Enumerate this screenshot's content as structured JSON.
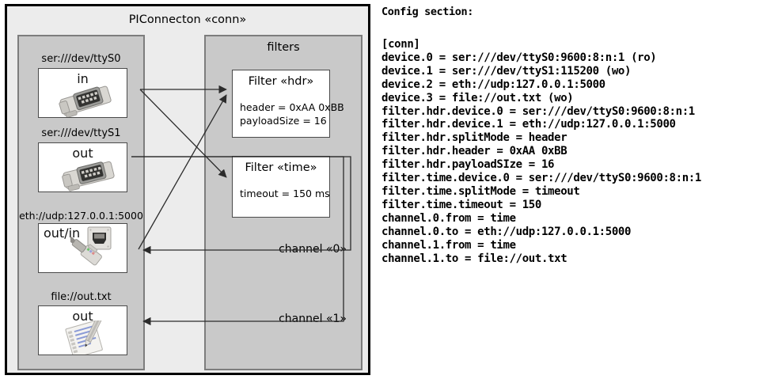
{
  "diagram": {
    "title": "PIConnecton «conn»",
    "devices_panel": {
      "name": "devices-panel",
      "devices": [
        {
          "label": "ser:///dev/ttyS0",
          "direction": "in",
          "icon": "serial-port-icon"
        },
        {
          "label": "ser:///dev/ttyS1",
          "direction": "out",
          "icon": "serial-port-icon"
        },
        {
          "label": "eth://udp:127.0.0.1:5000",
          "direction": "out/in",
          "icon": "ethernet-jack-icon"
        },
        {
          "label": "file://out.txt",
          "direction": "out",
          "icon": "document-pencil-icon"
        }
      ]
    },
    "filters_panel": {
      "title": "filters",
      "filters": [
        {
          "title": "Filter «hdr»",
          "props": [
            "header = 0xAA 0xBB",
            "payloadSize = 16"
          ]
        },
        {
          "title": "Filter «time»",
          "props": [
            "timeout = 150 ms"
          ]
        }
      ],
      "channels": [
        {
          "label": "channel «0»"
        },
        {
          "label": "channel «1»"
        }
      ]
    }
  },
  "config": {
    "heading": "Config section:",
    "text": "[conn]\ndevice.0 = ser:///dev/ttyS0:9600:8:n:1 (ro)\ndevice.1 = ser:///dev/ttyS1:115200 (wo)\ndevice.2 = eth://udp:127.0.0.1:5000\ndevice.3 = file://out.txt (wo)\nfilter.hdr.device.0 = ser:///dev/ttyS0:9600:8:n:1\nfilter.hdr.device.1 = eth://udp:127.0.0.1:5000\nfilter.hdr.splitMode = header\nfilter.hdr.header = 0xAA 0xBB\nfilter.hdr.payloadSIze = 16\nfilter.time.device.0 = ser:///dev/ttyS0:9600:8:n:1\nfilter.time.splitMode = timeout\nfilter.time.timeout = 150\nchannel.0.from = time\nchannel.0.to = eth://udp:127.0.0.1:5000\nchannel.1.from = time\nchannel.1.to = file://out.txt"
  },
  "colors": {
    "page_background": "#ffffff",
    "diagram_background": "#ececec",
    "panel_background": "#c9c9c9",
    "panel_border": "#7d7d7d",
    "outer_border": "#000000",
    "card_background": "#ffffff",
    "edge_stroke": "#2b2b2b"
  }
}
